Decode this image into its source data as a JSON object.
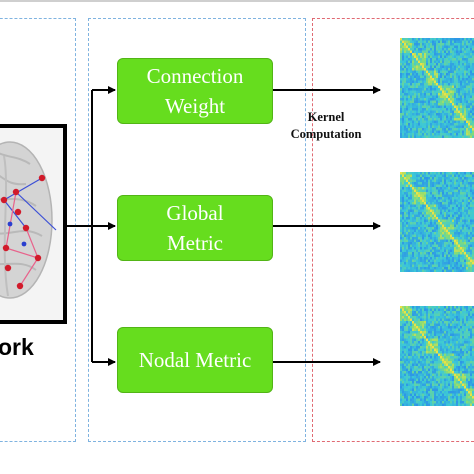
{
  "metrics": [
    {
      "label_line1": "Connection",
      "label_line2": "Weight"
    },
    {
      "label_line1": "Global",
      "label_line2": "Metric"
    },
    {
      "label_line1": "Nodal Metric",
      "label_line2": ""
    }
  ],
  "kernel": {
    "line1": "Kernel",
    "line2": "Computation"
  },
  "brain_label": "ork",
  "colors": {
    "box_fill": "#66dd1e",
    "box_border": "#52b516",
    "panel_dash_blue": "#7fb3e0",
    "panel_dash_red": "#e06a73",
    "node_red": "#d11a2a",
    "edge_blue": "#3b4fd6",
    "edge_pink": "#e8628b"
  },
  "icons": [
    "brain-network-icon",
    "kernel-matrix-icon"
  ]
}
